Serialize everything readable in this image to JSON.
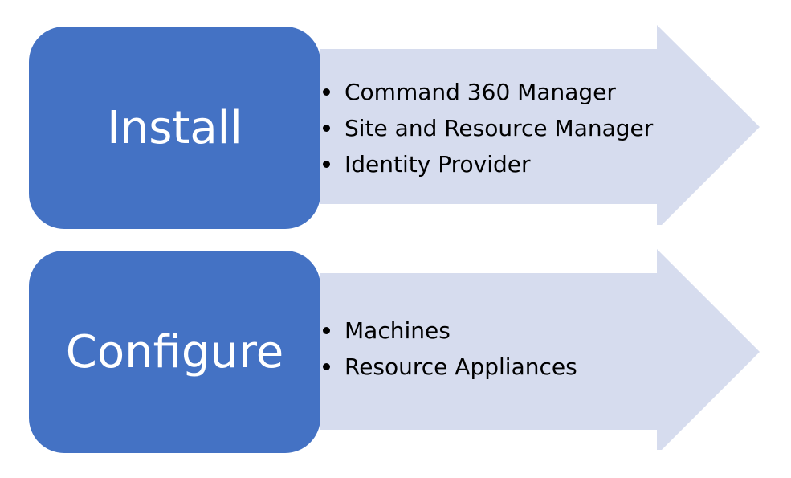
{
  "colors": {
    "box_fill": "#4472C4",
    "box_text": "#FFFFFF",
    "arrow_fill": "#D6DCEE",
    "bullet_text": "#000000"
  },
  "stages": [
    {
      "label": "Install",
      "items": [
        "Command 360 Manager",
        "Site and Resource Manager",
        "Identity Provider"
      ]
    },
    {
      "label": "Configure",
      "items": [
        "Machines",
        "Resource Appliances"
      ]
    }
  ]
}
